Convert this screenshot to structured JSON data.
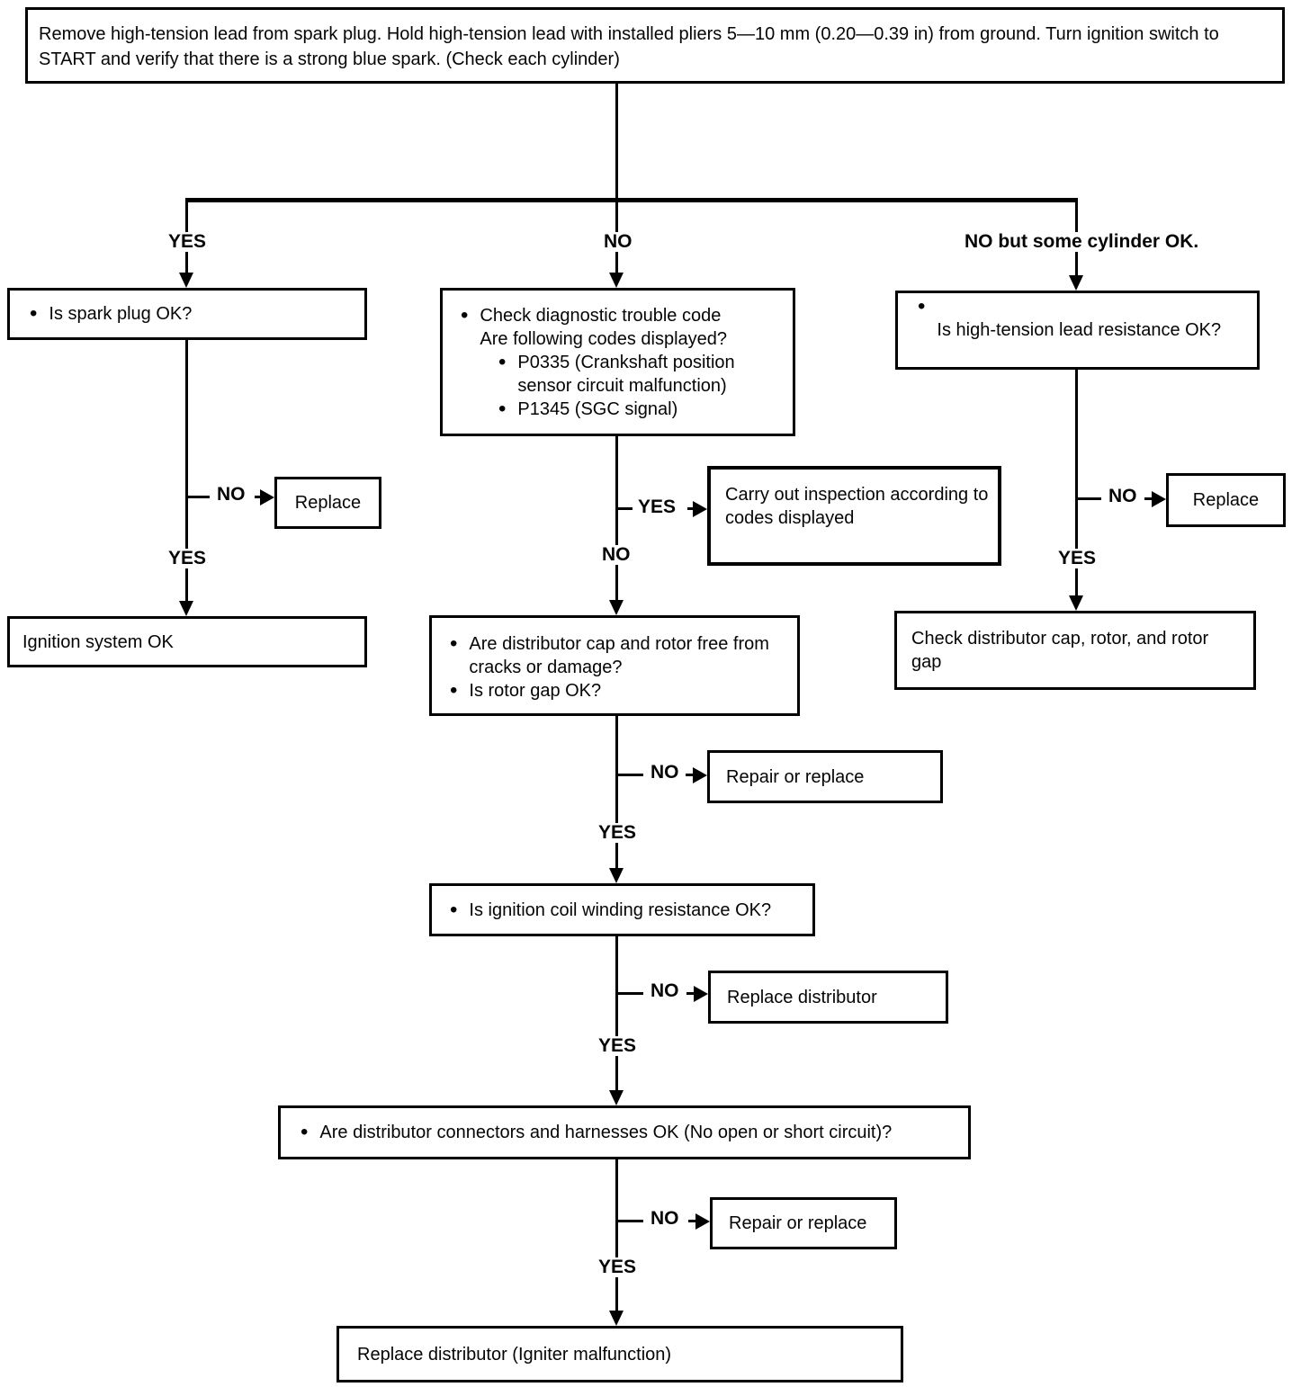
{
  "labels": {
    "yes": "YES",
    "no": "NO",
    "no_some": "NO but some cylinder OK."
  },
  "bullet": "•",
  "nodes": {
    "start": "Remove high-tension lead from spark plug. Hold high-tension lead with installed pliers 5—10 mm (0.20—0.39 in) from ground. Turn ignition switch to START and verify that there is a strong blue spark. (Check each cylinder)",
    "spark_plug": "Is spark plug OK?",
    "dtc_line1": "Check diagnostic trouble code",
    "dtc_line2": "Are following codes displayed?",
    "dtc_code1": "P0335 (Crankshaft position sensor circuit malfunction)",
    "dtc_code2": "P1345 (SGC signal)",
    "ht_lead": "Is high-tension lead resistance OK?",
    "replace": "Replace",
    "carry_out": "Carry out inspection according to codes displayed",
    "ignition_ok": "Ignition system OK",
    "rotor_item1": "Are distributor cap and rotor free from cracks or damage?",
    "rotor_item2": "Is rotor gap OK?",
    "check_distributor": "Check distributor cap, rotor, and rotor gap",
    "repair_or_replace": "Repair or replace",
    "coil": "Is ignition coil winding resistance OK?",
    "replace_distributor": "Replace distributor",
    "connectors": "Are distributor connectors and harnesses OK (No open or short circuit)?",
    "final": "Replace distributor (Igniter malfunction)"
  }
}
